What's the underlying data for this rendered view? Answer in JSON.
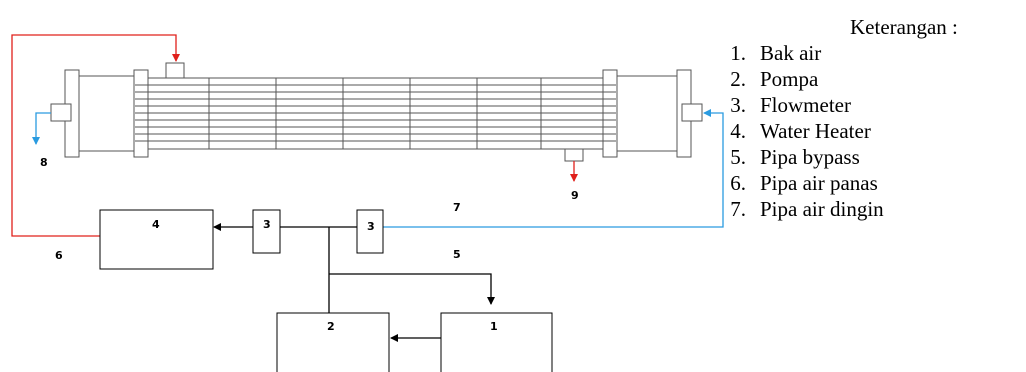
{
  "legend": {
    "title": "Keterangan :",
    "items": [
      {
        "num": "1.",
        "text": "Bak air"
      },
      {
        "num": "2.",
        "text": "Pompa"
      },
      {
        "num": "3.",
        "text": "Flowmeter"
      },
      {
        "num": "4.",
        "text": "Water Heater"
      },
      {
        "num": "5.",
        "text": "Pipa bypass"
      },
      {
        "num": "6.",
        "text": "Pipa air panas"
      },
      {
        "num": "7.",
        "text": "Pipa air dingin"
      }
    ]
  },
  "diagram": {
    "box_water_heater": "4",
    "box_flowmeter_left": "3",
    "box_flowmeter_right": "3",
    "box_pump": "2",
    "box_water_tank": "1",
    "label_hot_pipe": "6",
    "label_cold_pipe": "7",
    "label_bypass": "5",
    "label_outlet_left": "8",
    "label_outlet_bottom": "9",
    "colors": {
      "hot": "#e0201b",
      "cold": "#2a9be0",
      "line": "#000000",
      "hx": "#555555"
    }
  }
}
